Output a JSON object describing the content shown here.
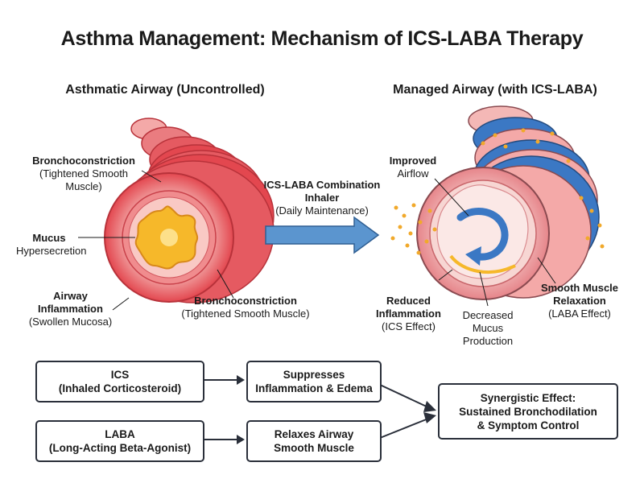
{
  "title": "Asthma Management: Mechanism of ICS-LABA Therapy",
  "left_panel": {
    "heading": "Asthmatic Airway (Uncontrolled)",
    "labels": {
      "bronchoconstriction_top": {
        "bold": "Bronchoconstriction",
        "text": "(Tightened Smooth Muscle)"
      },
      "mucus": {
        "bold": "Mucus",
        "text": "Hypersecretion"
      },
      "inflammation": {
        "bold": "Airway Inflammation",
        "text": "(Swollen Mucosa)"
      },
      "bronchoconstriction_bottom": {
        "bold": "Bronchoconstriction",
        "text": "(Tightened Smooth Muscle)"
      }
    }
  },
  "middle": {
    "bold": "ICS-LABA Combination Inhaler",
    "text": "(Daily Maintenance)"
  },
  "right_panel": {
    "heading": "Managed Airway (with ICS-LABA)",
    "labels": {
      "airflow": {
        "bold": "Improved",
        "text": "Airflow"
      },
      "reduced_inflammation": {
        "bold": "Reduced Inflammation",
        "text": "(ICS Effect)"
      },
      "decreased_mucus": {
        "text": "Decreased Mucus Production"
      },
      "relaxation": {
        "bold": "Smooth Muscle Relaxation",
        "text": "(LABA Effect)"
      }
    }
  },
  "flow": {
    "ics": {
      "line1": "ICS",
      "line2": "(Inhaled Corticosteroid)"
    },
    "laba": {
      "line1": "LABA",
      "line2": "(Long-Acting Beta-Agonist)"
    },
    "suppress": {
      "line1": "Suppresses",
      "line2": "Inflammation & Edema"
    },
    "relax": {
      "line1": "Relaxes Airway",
      "line2": "Smooth Muscle"
    },
    "synergy": {
      "line1": "Synergistic Effect:",
      "line2": "Sustained Bronchodilation",
      "line3": "& Symptom Control"
    }
  },
  "colors": {
    "inflamed_tissue": "#e3474f",
    "tissue_light": "#f4a9a8",
    "mucus": "#f6b82a",
    "smooth_muscle_relaxed": "#3b78c4",
    "arrow_fill": "#5b95cf",
    "box_border": "#2a2f3a"
  }
}
